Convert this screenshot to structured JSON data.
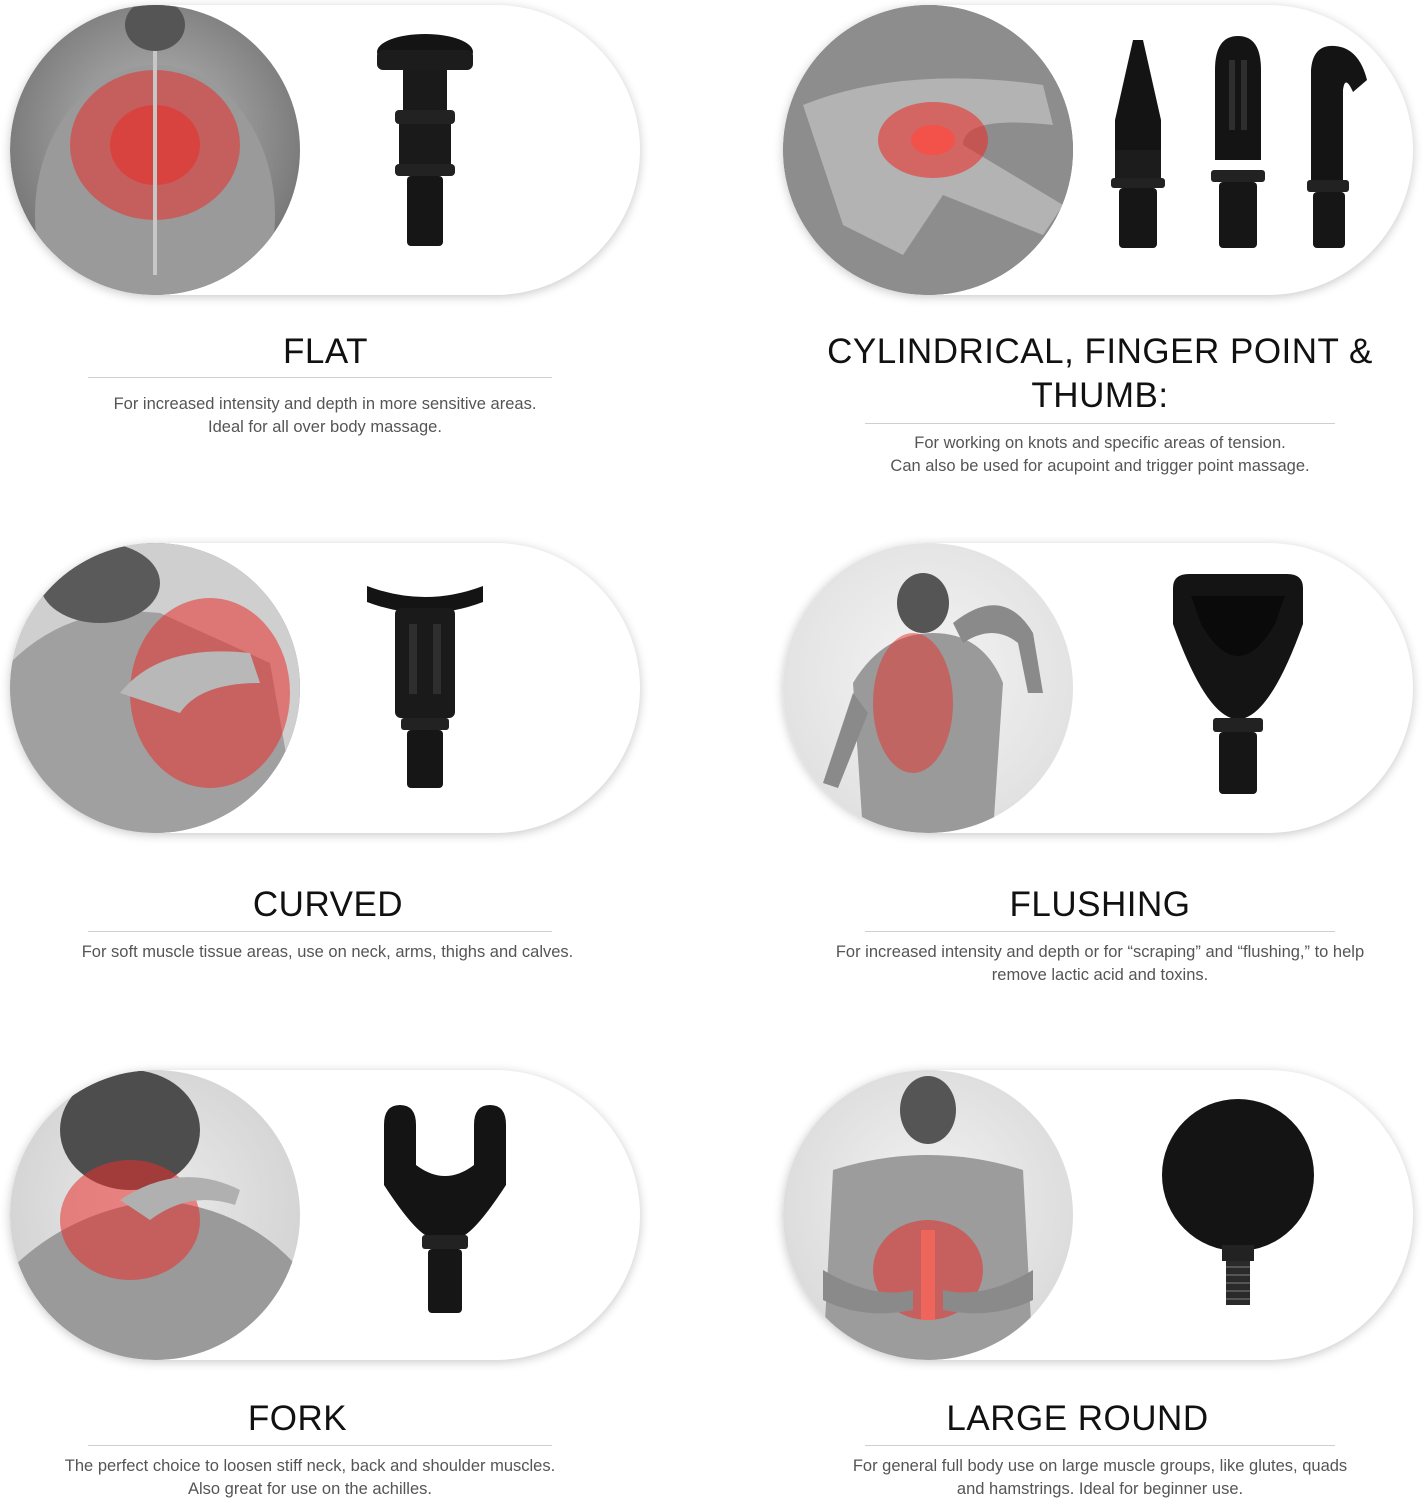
{
  "items": [
    {
      "title": "FLAT",
      "lines": [
        "For increased intensity and depth in more sensitive areas.",
        "Ideal for all over body massage."
      ]
    },
    {
      "title": "CYLINDRICAL, FINGER POINT & THUMB:",
      "lines": [
        "For working on knots and specific areas of tension.",
        "Can also be used for acupoint and trigger point massage."
      ]
    },
    {
      "title": "CURVED",
      "lines": [
        "For soft muscle tissue areas, use on neck, arms, thighs and calves."
      ]
    },
    {
      "title": "FLUSHING",
      "lines": [
        "For increased intensity and depth or for “scraping” and “flushing,” to help",
        "remove lactic acid and toxins."
      ]
    },
    {
      "title": "FORK",
      "lines": [
        "The perfect choice to loosen stiff neck, back and shoulder muscles.",
        "Also great for use on the achilles."
      ]
    },
    {
      "title": "LARGE ROUND",
      "lines": [
        "For general full body use on large muscle groups, like glutes, quads",
        "and hamstrings. Ideal for beginner use."
      ]
    }
  ],
  "colors": {
    "text": "#111111",
    "description": "#555555",
    "highlight": "#e8302c",
    "attachment": "#141414"
  }
}
